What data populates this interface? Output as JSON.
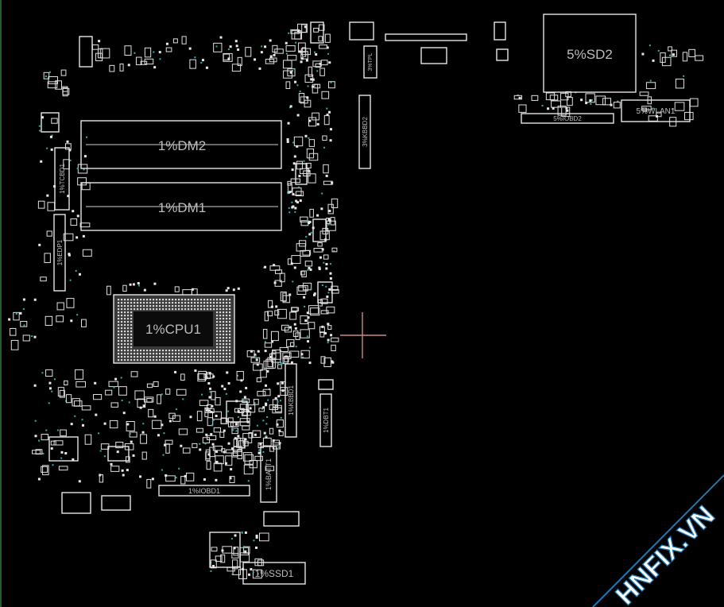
{
  "board": {
    "components": [
      {
        "key": "dm2",
        "ref": "1%DM2"
      },
      {
        "key": "dm1",
        "ref": "1%DM1"
      },
      {
        "key": "cpu1",
        "ref": "1%CPU1"
      },
      {
        "key": "sd2",
        "ref": "5%SD2"
      },
      {
        "key": "wlan1",
        "ref": "5%WLAN1"
      },
      {
        "key": "iobd2",
        "ref": "5%IOBD2"
      },
      {
        "key": "kbbd2",
        "ref": "3%KBBD2"
      },
      {
        "key": "tpl",
        "ref": "3%TPL"
      },
      {
        "key": "tcbd1",
        "ref": "1%TCBD1"
      },
      {
        "key": "edp1",
        "ref": "1%EDP1"
      },
      {
        "key": "kbbd1",
        "ref": "1%KBBD1"
      },
      {
        "key": "dbt1",
        "ref": "1%DBT1"
      },
      {
        "key": "batt1",
        "ref": "1%BATT1"
      },
      {
        "key": "iobd1",
        "ref": "1%IOBD1"
      },
      {
        "key": "ssd1",
        "ref": "1%SSD1"
      }
    ],
    "colors": {
      "background": "#000000",
      "outline": "#e6e6e6",
      "label": "#bdbdbd",
      "via": "#2bb3b3",
      "cursor": "#c98b8b",
      "border": "#2f7d2f"
    }
  },
  "watermark": {
    "text": "HNFIX.VN",
    "fill": "#1f78b4"
  }
}
